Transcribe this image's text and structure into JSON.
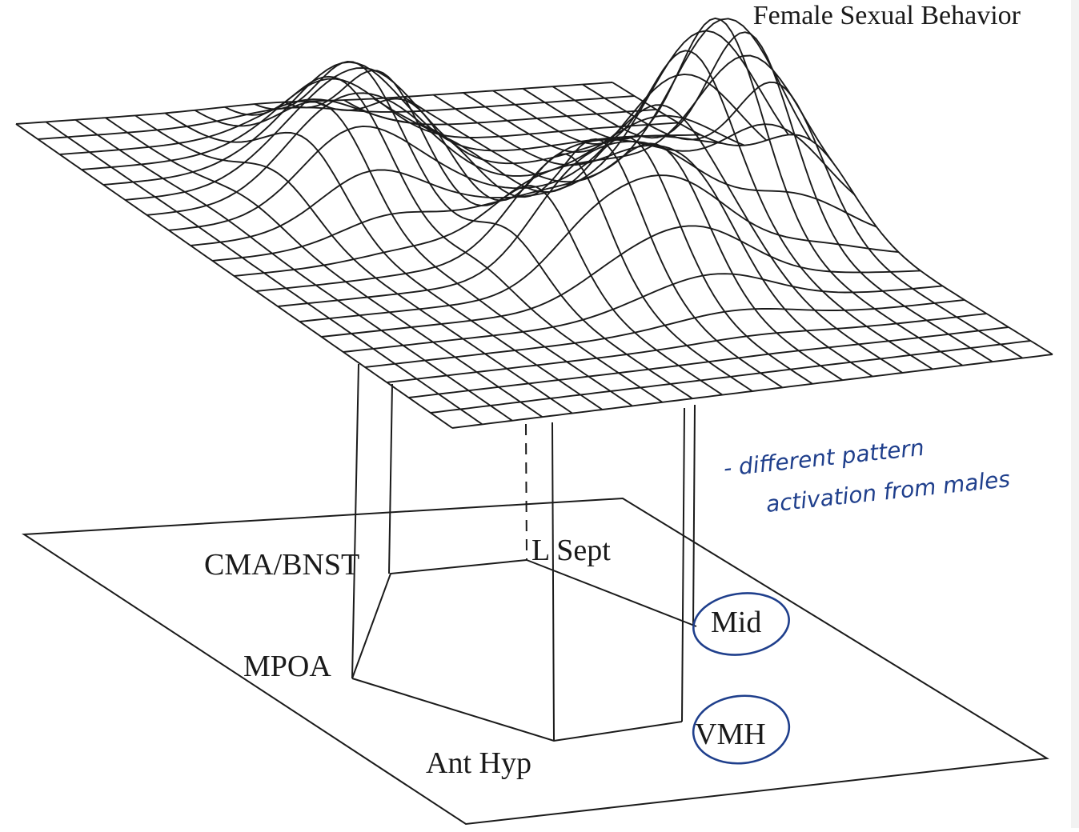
{
  "title": "Female Sexual Behavior",
  "regions": {
    "cma_bnst": "CMA/BNST",
    "l_sept": "L Sept",
    "mpoa": "MPOA",
    "mid": "Mid",
    "vmh": "VMH",
    "ant_hyp": "Ant Hyp"
  },
  "note": {
    "line1": "- different pattern",
    "line2": "activation from males"
  },
  "circled_regions": [
    "Mid",
    "VMH"
  ],
  "colors": {
    "ink": "#1a1a1a",
    "annotation": "#1f3f8c"
  }
}
